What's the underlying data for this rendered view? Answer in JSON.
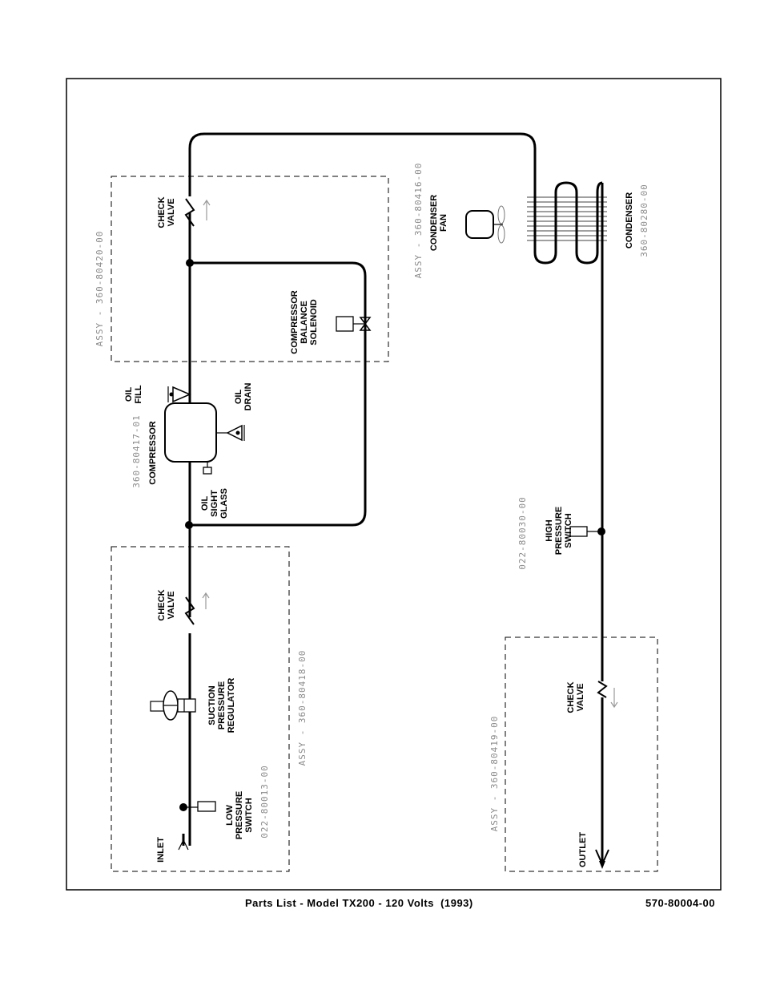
{
  "labels": {
    "inlet": "INLET",
    "outlet": "OUTLET",
    "low_pressure_switch": [
      "LOW",
      "PRESSURE",
      "SWITCH"
    ],
    "suction_pressure_regulator": [
      "SUCTION",
      "PRESSURE",
      "REGULATOR"
    ],
    "check_valve_suction": [
      "CHECK",
      "VALVE"
    ],
    "check_valve_discharge": [
      "CHECK",
      "VALVE"
    ],
    "check_valve_outlet": [
      "CHECK",
      "VALVE"
    ],
    "oil_sight_glass": [
      "OIL",
      "SIGHT",
      "GLASS"
    ],
    "compressor": "COMPRESSOR",
    "oil_fill": [
      "OIL",
      "FILL"
    ],
    "oil_drain": [
      "OIL",
      "DRAIN"
    ],
    "compressor_balance_solenoid": [
      "COMPRESSOR",
      "BALANCE",
      "SOLENOID"
    ],
    "condenser_fan": [
      "CONDENSER",
      "FAN"
    ],
    "condenser": "CONDENSER",
    "high_pressure_switch": [
      "HIGH",
      "PRESSURE",
      "SWITCH"
    ]
  },
  "part_numbers": {
    "low_pressure_switch": "022-80013-00",
    "compressor": "360-80417-01",
    "condenser": "360-80280-00",
    "high_pressure_switch": "022-80030-00"
  },
  "assemblies": {
    "suction": "ASSY - 360-80418-00",
    "discharge": "ASSY - 360-80420-00",
    "condenser_fan": "ASSY - 360-80416-00",
    "outlet": "ASSY - 360-80419-00"
  },
  "footer": {
    "title": "Parts List - Model TX200 - 120 Volts  (1993)",
    "doc_number": "570-80004-00"
  }
}
